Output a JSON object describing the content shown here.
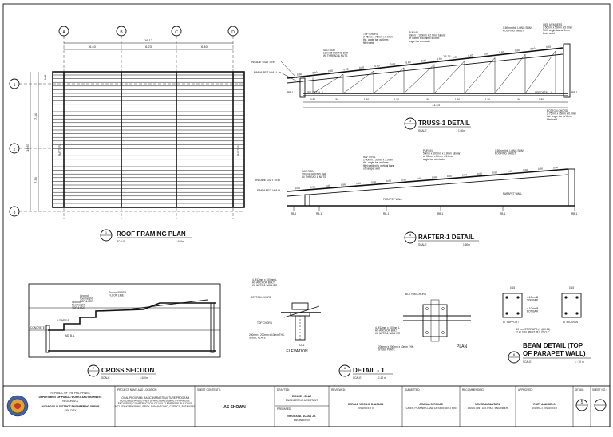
{
  "grid": {
    "columns": [
      "A",
      "B",
      "C",
      "D"
    ],
    "rows": [
      "1",
      "2",
      "3"
    ],
    "overall_width": "16.12",
    "bays": [
      "6.40",
      "6.23",
      "6.40"
    ],
    "top_dim": "1.80",
    "side_dims": [
      "7.34",
      "7.34"
    ],
    "total_side": "14.67",
    "rafter_label": "RAFTER-1"
  },
  "views": {
    "roof_plan": {
      "num": "1",
      "title": "ROOF FRAMING PLAN",
      "scale_label": "SCALE",
      "scale": "1:100m"
    },
    "truss": {
      "num": "3",
      "title": "TRUSS-1 DETAIL",
      "scale_label": "SCALE",
      "scale": "1:50m"
    },
    "rafter": {
      "num": "5",
      "title": "RAFTER-1 DETAIL",
      "scale_label": "SCALE",
      "scale": "1:50m"
    },
    "cross": {
      "num": "2",
      "title": "CROSS SECTION",
      "scale_label": "SCALE",
      "scale": "1:100m"
    },
    "detail": {
      "num": "6",
      "title": "DETAIL - 1",
      "scale_label": "SCALE",
      "scale": "1:10 m"
    },
    "beam": {
      "num": "6",
      "title_1": "BEAM DETAIL (TOP",
      "title_2": "OF PARAPET WALL)",
      "scale_label": "SCALE",
      "scale": "1 : 10 m"
    }
  },
  "truss_labels": {
    "web": "WEB MEMBERS\n2-50mm x 50mm x 5.0mm\nTHK. angle bar w/ 6mm\n6mm weld",
    "roof": "0.50mm thk. LONG SPAN\nROOFING SHEET",
    "purlin": "PURLIN\n50mm x 100mm x 2.0mm tubular\nw/ 50mm x 50mm x 5.0mm\nangle bar as cleats",
    "top_chord": "TOP CHORD\n2-75mm x 75mm x 6.0mm\nthk. angle bar w/ 6mm\nfillet weld",
    "sag": "SAG ROD\n12mmØ ROUND BAR\nW/ THREAD & NUTS",
    "gutter": "INSIDE GUTTER",
    "parapet": "PARAPET WALL",
    "see_detail": "SEE DETAIL-1",
    "rb": "RB-1",
    "bottom": "BOTTOM CHORD\n2-75mm x 75mm x 6.0mm\nthk. angle bar w/ 6mm\nfillet weld",
    "spacing": "0.60",
    "dims": [
      "0.80",
      "1.50",
      "1.50",
      "1.50",
      "1.50",
      "1.50",
      "1.50",
      "1.50",
      "0.80"
    ],
    "total": "11.43",
    "slope_dim": "15.71"
  },
  "rafter_labels": {
    "roof": "0.50mm thk. LONG SPAN\nROOFING SHEET",
    "purlin": "PURLIN\n50mm x 100mm x 2.0mm tubular\nw/ 50mm x 50mm x 5.0mm\nangle bar as cleats",
    "rafter": "RAFTER-1\n1-50mm x 50mm x 5.0mm\nthk. angle bar w/ 6mm\nfillet welded to vertical bars\nof parapet wall",
    "sag": "SAG ROD\n12mmØ ROUND BAR\nW/ THREAD & NUTS",
    "gutter": "INSIDE GUTTER",
    "parapet": "PARAPET WALL",
    "parapet2": "PARAPET WALL",
    "rb": "RB-1",
    "spacing": "0.60"
  },
  "detail_labels": {
    "anchor": "4-Ø12mm x 100mm L\nHS ANCHOR BOLT\nW/ NUTS & WASHER",
    "bottom": "BOTTOM CHORD",
    "top": "TOP CHORD",
    "plate": "200mm x 200mm x 10mm THK.\nSTEEL PLATE",
    "col": "COL",
    "elevation": "ELEVATION",
    "plan": "PLAN",
    "anchor2": "4-Ø12mm x 100mm L\nHS ANCHOR BOLT\nW/ NUTS & WASHER",
    "plate2": "200mm x 200mm x 10mm THK.\nSTEEL PLATE",
    "bottom2": "BOTTOM CHORD"
  },
  "cross_labels": {
    "a": "Ground\nfloor height\nTOP & BOT.",
    "b": "Ground\nfloor height\nTOP & BOT.",
    "c": "Ground FINISH\nFLOOR LINE",
    "d": "LOWER B.",
    "e": "CONCRETE",
    "f": "MD B.A."
  },
  "beam_labels": {
    "dim": "0.15",
    "a": "4-10mmØ\nTOP BAR",
    "b": "4-10mmØ\nBOT BAR",
    "c": "AT SUPPORT",
    "d": "AT MIDSPAN",
    "e": "10 mm STIRRUPS (1 @ 0.05)\n2 @ 0.10, REST @ 0.20 O.C."
  },
  "title_block": {
    "republic": "REPUBLIC OF THE PHILIPPINES",
    "dept": "DEPARTMENT OF PUBLIC WORKS AND HIGHWAYS",
    "region": "REGION IV-A",
    "office": "BATANGAS IV DISTRICT ENGINEERING OFFICE",
    "office_loc": "LIPA CITY",
    "project_header": "PROJECT NAME AND LOCATION:",
    "project": "LOCAL PROGRAM: BASIC INFRASTRUCTURE PROGRAM\nBUILDINGS AND OTHER STRUCTURES (MULTI-PURPOSE\nFACILITIES) CONSTRUCTION OF MULTI-PURPOSE BUILDING\nINCLUDING ROOFING, BRGY. SAN ANTONIO, CUENCA, BATANGAS",
    "sheet_header": "SHEET CONTENTS:",
    "sheet_content": "AS SHOWN",
    "drafted_h": "DRAFTED:",
    "drafted": "EUNICE I. BLAZ",
    "drafted_role": "ENGINEERING ASSISTANT",
    "prepared_h": "PREPARED:",
    "prepared": "VIRGILIO D. ACASA JR.",
    "prepared_role": "ENGINEER III",
    "reviewed_h": "REVIEWED:",
    "reviewed": "GERALD VIRGILIO D. ACASA",
    "reviewed_role": "ENGINEER II",
    "submitted_h": "SUBMITTED:",
    "submitted": "JENELIA S. ROXAS",
    "submitted_role": "CHIEF, PLANNING AND DESIGN SECTION",
    "recommending_h": "RECOMMENDING:",
    "recommending": "NELVIE ALCANTARA",
    "recommending_role": "ASSISTANT DISTRICT ENGINEER",
    "approved_h": "APPROVED:",
    "approved": "RORY A. ANGELO",
    "approved_role": "DISTRICT ENGINEER",
    "design_h": "DETAIL:",
    "sheet_no_h": "SHEET NO.:",
    "detail_num": "5"
  }
}
